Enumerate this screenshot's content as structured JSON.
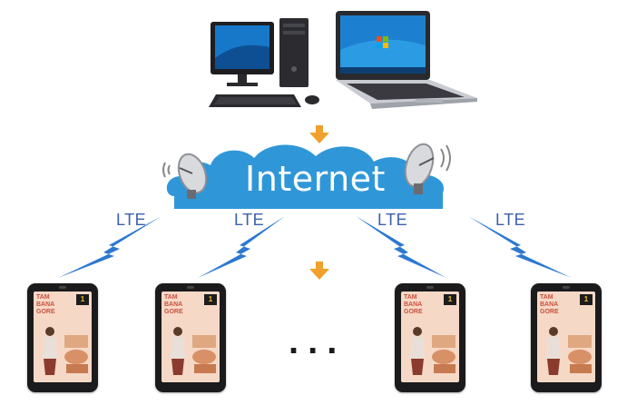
{
  "cloud": {
    "label": "Internet"
  },
  "links": [
    {
      "label": "LTE"
    },
    {
      "label": "LTE"
    },
    {
      "label": "LTE"
    },
    {
      "label": "LTE"
    }
  ],
  "phones": [
    {
      "lines": [
        "TAM",
        "BANA",
        "GORE"
      ],
      "badge": "1"
    },
    {
      "lines": [
        "TAM",
        "BANA",
        "GORE"
      ],
      "badge": "1"
    },
    {
      "lines": [
        "TAM",
        "BANA",
        "GORE"
      ],
      "badge": "1"
    },
    {
      "lines": [
        "TAM",
        "BANA",
        "GORE"
      ],
      "badge": "1"
    }
  ],
  "ellipsis": "...",
  "colors": {
    "cloud": "#2f97d8",
    "bolt": "#2c78d1",
    "arrow": "#f1a02c",
    "lte_text": "#3b5fb0",
    "phone_body": "#1b1b1d",
    "screen_bg": "#f6d8c6"
  },
  "icons": [
    "desktop-computer-icon",
    "laptop-icon",
    "satellite-dish-icon",
    "lightning-bolt-icon",
    "smartphone-icon",
    "arrow-down-icon"
  ]
}
